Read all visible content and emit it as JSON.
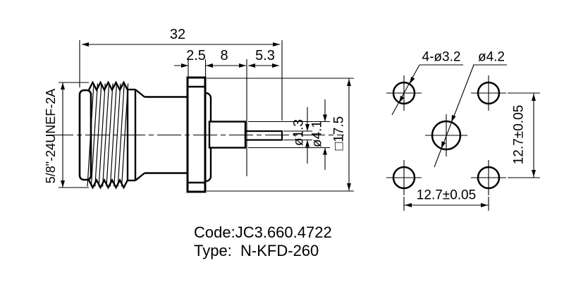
{
  "side_view": {
    "overall_length": "32",
    "flange_thickness": "2.5",
    "insulator_protrusion": "8",
    "pin_protrusion": "5.3",
    "thread_spec": "5/8\"-24UNEF-2A",
    "pin_diameter": "ø1.3",
    "insulator_diameter": "ø4.1",
    "flange_square": "□17.5"
  },
  "face_view": {
    "corner_holes_label": "4-ø3.2",
    "center_hole_label": "ø4.2",
    "hole_spacing_vertical": "12.7±0.05",
    "hole_spacing_horizontal": "12.7±0.05"
  },
  "footer": {
    "code": "Code:JC3.660.4722",
    "type": "Type:  N-KFD-260"
  },
  "colors": {
    "line": "#000000",
    "background": "#ffffff"
  }
}
